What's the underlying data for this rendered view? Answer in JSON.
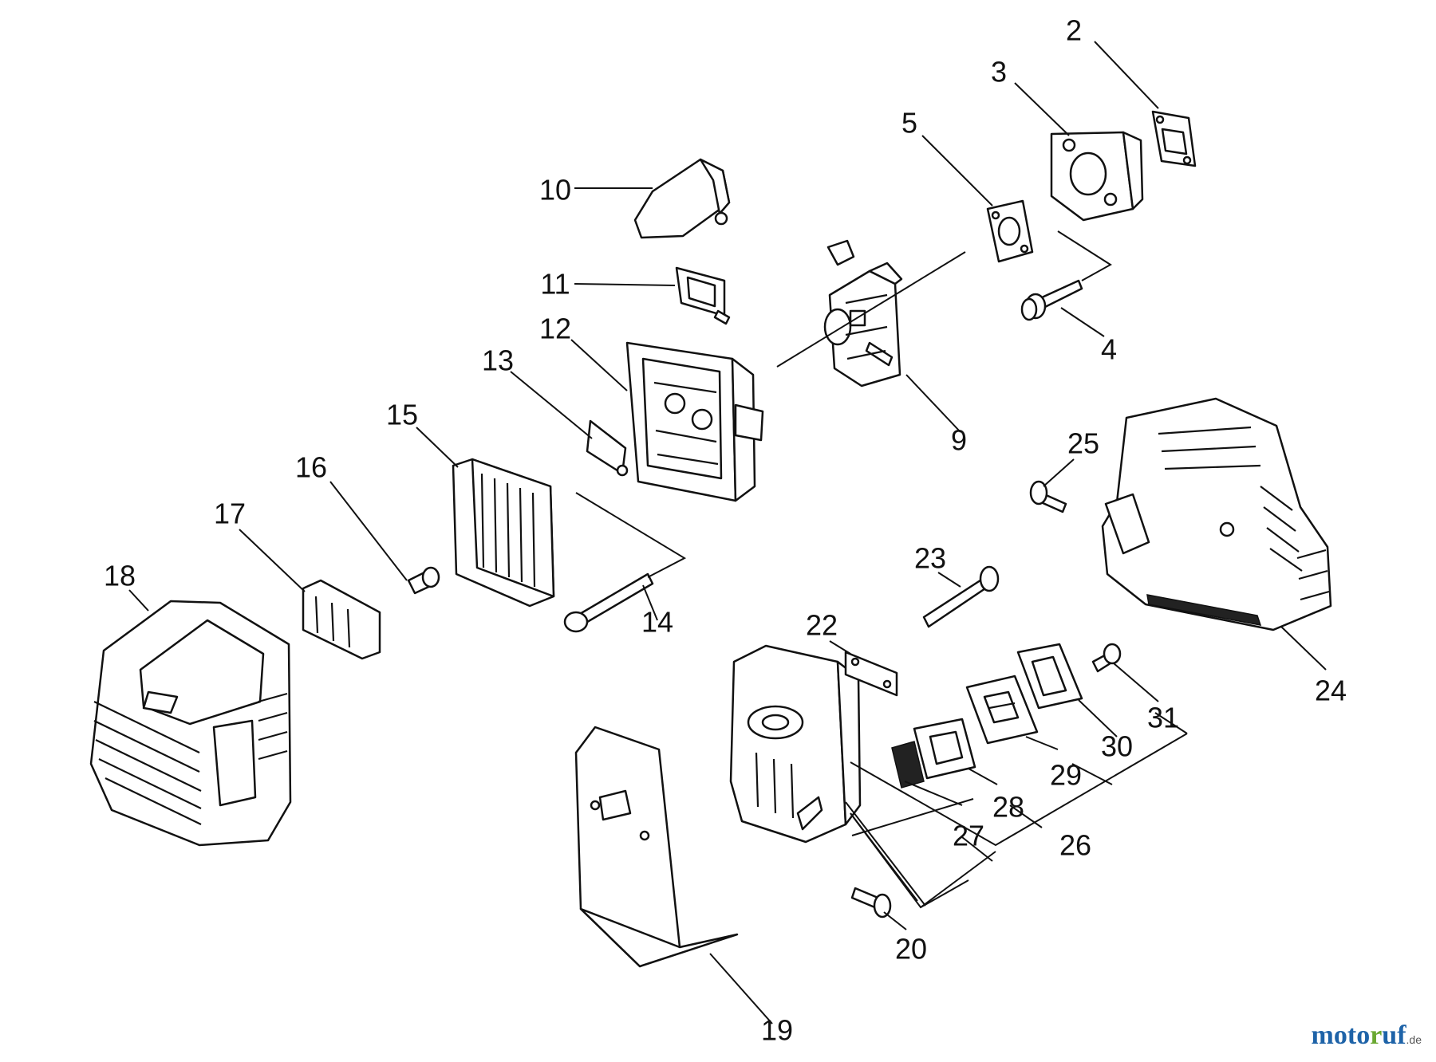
{
  "diagram": {
    "callouts": [
      {
        "id": "2",
        "label": "2"
      },
      {
        "id": "3",
        "label": "3"
      },
      {
        "id": "4",
        "label": "4"
      },
      {
        "id": "5",
        "label": "5"
      },
      {
        "id": "9",
        "label": "9"
      },
      {
        "id": "10",
        "label": "10"
      },
      {
        "id": "11",
        "label": "11"
      },
      {
        "id": "12",
        "label": "12"
      },
      {
        "id": "13",
        "label": "13"
      },
      {
        "id": "14",
        "label": "14"
      },
      {
        "id": "15",
        "label": "15"
      },
      {
        "id": "16",
        "label": "16"
      },
      {
        "id": "17",
        "label": "17"
      },
      {
        "id": "18",
        "label": "18"
      },
      {
        "id": "19",
        "label": "19"
      },
      {
        "id": "20",
        "label": "20"
      },
      {
        "id": "22",
        "label": "22"
      },
      {
        "id": "23",
        "label": "23"
      },
      {
        "id": "24",
        "label": "24"
      },
      {
        "id": "25",
        "label": "25"
      },
      {
        "id": "26",
        "label": "26"
      },
      {
        "id": "27",
        "label": "27"
      },
      {
        "id": "28",
        "label": "28"
      },
      {
        "id": "29",
        "label": "29"
      },
      {
        "id": "30",
        "label": "30"
      },
      {
        "id": "31",
        "label": "31"
      }
    ]
  },
  "watermark": {
    "part1": "moto",
    "part2": "r",
    "part3": "uf",
    "tld": ".de"
  },
  "colors": {
    "line": "#111111",
    "watermark_blue": "#1e63a8",
    "watermark_green": "#6aa832"
  }
}
